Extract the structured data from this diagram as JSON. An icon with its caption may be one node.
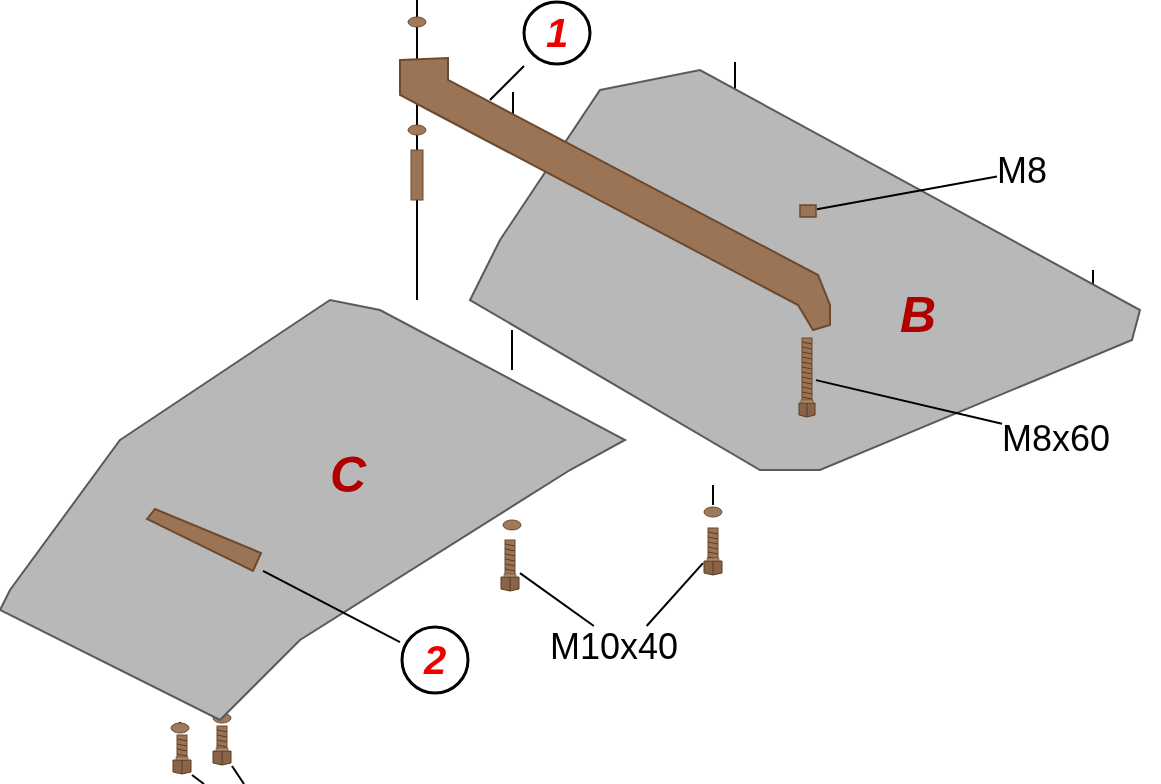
{
  "diagram": {
    "nodes": [
      {
        "text": [
          "1"
        ]
      },
      {
        "text": [],
        "shape": "bar"
      },
      {
        "text": [
          "2"
        ]
      },
      {
        "text": [],
        "shape": "bar",
        "in": 9
      },
      {
        "text": [
          "M8"
        ]
      },
      {
        "text": [],
        "shape": "box",
        "in": 8
      },
      {
        "text": [
          "M8x60"
        ]
      },
      {
        "text": [],
        "shape": "picture",
        "in": 8
      },
      {
        "text": [
          "B"
        ]
      },
      {
        "text": [
          "C"
        ]
      },
      {
        "text": [
          "M10x40"
        ]
      },
      {
        "text": [],
        "shape": "picture"
      },
      {
        "text": [],
        "shape": "picture"
      },
      {
        "text": [],
        "shape": "picture"
      },
      {
        "text": [],
        "shape": "picture"
      }
    ],
    "edges": [
      {
        "from": 0,
        "to": 1,
        "arrow": "none"
      },
      {
        "from": 2,
        "to": 3,
        "arrow": "none"
      },
      {
        "from": 4,
        "to": 5,
        "arrow": "none"
      },
      {
        "from": 6,
        "to": 7,
        "arrow": "none"
      },
      {
        "from": 10,
        "to": 11,
        "arrow": "none"
      },
      {
        "from": 10,
        "to": 12,
        "arrow": "none"
      },
      {
        "from": null,
        "to": 13,
        "arrow": "none"
      },
      {
        "from": null,
        "to": 14,
        "arrow": "none"
      }
    ]
  }
}
